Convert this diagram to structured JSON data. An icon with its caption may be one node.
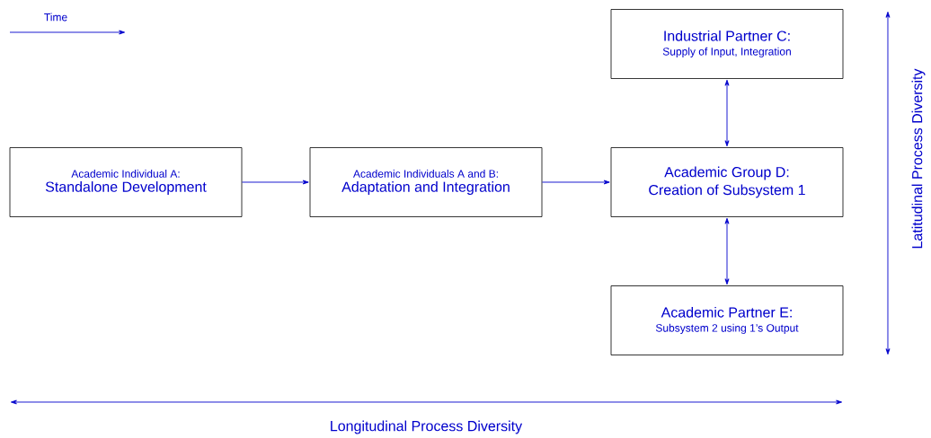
{
  "diagram": {
    "nodes": [
      {
        "text": [
          "Academic Individual A:",
          "Standalone Development"
        ]
      },
      {
        "text": [
          "Academic Individuals A and B:",
          "Adaptation and Integration"
        ]
      },
      {
        "text": [
          "Industrial Partner C:",
          "Supply of Input, Integration"
        ]
      },
      {
        "text": [
          "Academic Group D:",
          "Creation of Subsystem 1"
        ]
      },
      {
        "text": [
          "Academic Partner E:",
          "Subsystem 2 using 1’s Output"
        ]
      }
    ],
    "edges": [
      {
        "from": 0,
        "to": 1,
        "arrow": "to"
      },
      {
        "from": 1,
        "to": 3,
        "arrow": "to"
      },
      {
        "from": 2,
        "to": 3,
        "arrow": "both"
      },
      {
        "from": 3,
        "to": 4,
        "arrow": "both"
      }
    ],
    "labels": [
      "Time",
      "Latitudinal Process Diversity",
      "Longitudinal Process Diversity"
    ]
  }
}
